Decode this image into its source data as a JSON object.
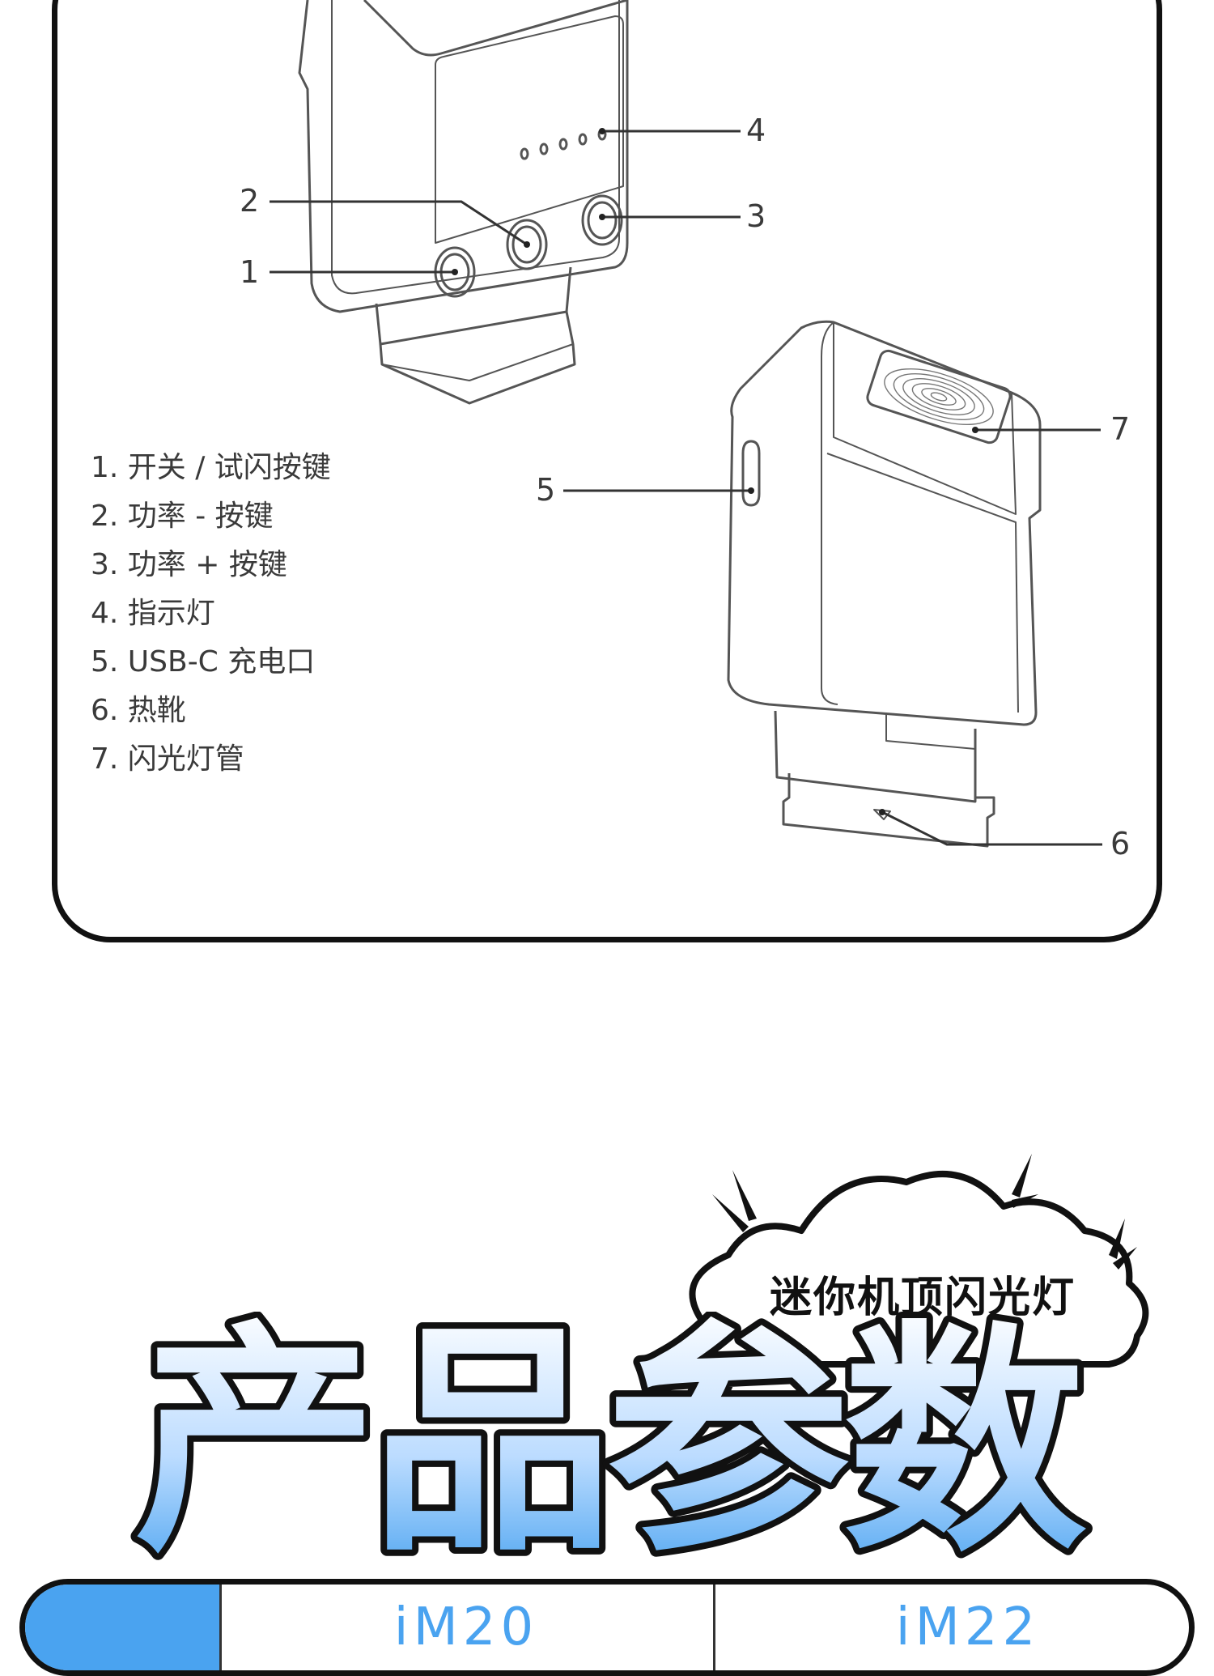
{
  "diagram": {
    "callouts": [
      "1",
      "2",
      "3",
      "4",
      "5",
      "6",
      "7"
    ],
    "legend": [
      "1. 开关 / 试闪按键",
      "2. 功率 - 按键",
      "3. 功率 + 按键",
      "4. 指示灯",
      "5. USB-C 充电口",
      "6. 热靴",
      "7. 闪光灯管"
    ]
  },
  "heading": {
    "subtitle": "迷你机顶闪光灯",
    "title": "产品参数"
  },
  "spec_table": {
    "models": [
      "iM20",
      "iM22"
    ]
  },
  "colors": {
    "accent": "#4aa3f0",
    "outline": "#111111",
    "diagram_line": "#555555"
  }
}
